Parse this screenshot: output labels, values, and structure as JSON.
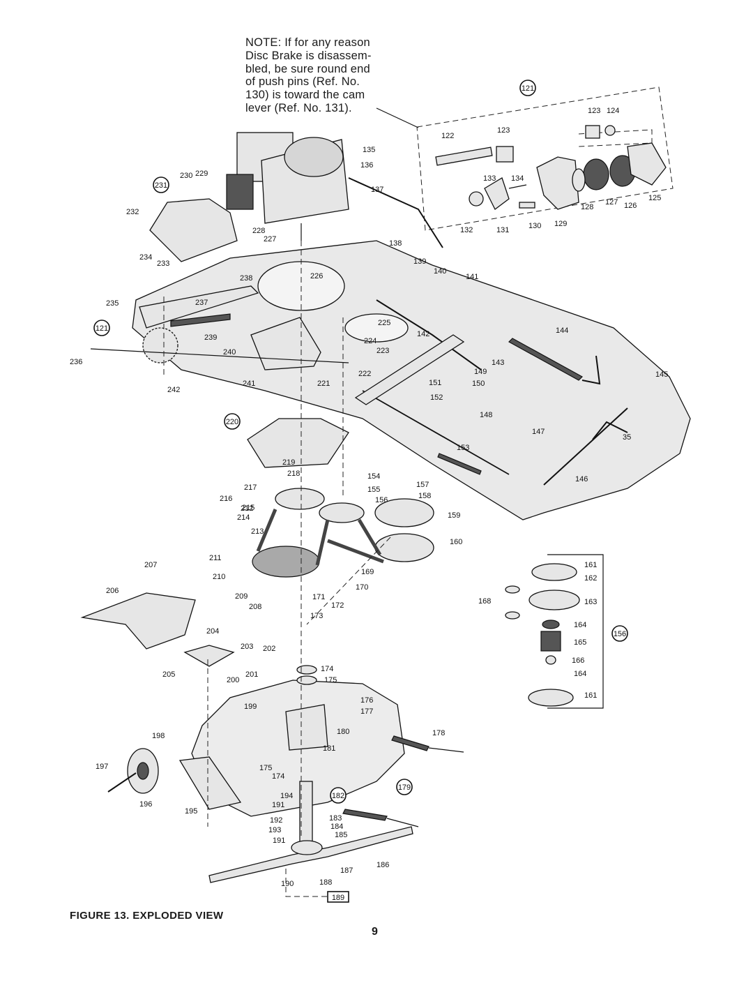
{
  "note": {
    "lines": [
      "NOTE: If for any reason",
      "Disc Brake is disassem-",
      "bled, be sure round end",
      "of push pins (Ref. No.",
      "130) is toward the cam",
      "lever (Ref. No. 131)."
    ]
  },
  "caption": "FIGURE 13. EXPLODED VIEW",
  "page_number": "9",
  "callouts": {
    "c121a": "121",
    "c121b": "121",
    "c231": "231",
    "c220": "220",
    "c156": "156",
    "c182": "182",
    "c179": "179",
    "c189": "189"
  },
  "labels": {
    "l122": "122",
    "l123a": "123",
    "l123b": "123",
    "l124": "124",
    "l125": "125",
    "l126": "126",
    "l127": "127",
    "l128": "128",
    "l129": "129",
    "l130": "130",
    "l131": "131",
    "l132": "132",
    "l133": "133",
    "l134": "134",
    "l135": "135",
    "l136": "136",
    "l137": "137",
    "l138": "138",
    "l139": "139",
    "l140": "140",
    "l141": "141",
    "l142": "142",
    "l143": "143",
    "l144": "144",
    "l145": "145",
    "l146": "146",
    "l147": "147",
    "l148": "148",
    "l149": "149",
    "l150": "150",
    "l151": "151",
    "l152": "152",
    "l153": "153",
    "l154": "154",
    "l155": "155",
    "l156": "156",
    "l157": "157",
    "l158": "158",
    "l159": "159",
    "l160": "160",
    "l161a": "161",
    "l161b": "161",
    "l162": "162",
    "l163": "163",
    "l164a": "164",
    "l164b": "164",
    "l165": "165",
    "l166": "166",
    "l168": "168",
    "l169": "169",
    "l170": "170",
    "l171": "171",
    "l172": "172",
    "l173": "173",
    "l174a": "174",
    "l174b": "174",
    "l175a": "175",
    "l175b": "175",
    "l176": "176",
    "l177": "177",
    "l178": "178",
    "l180": "180",
    "l181": "181",
    "l183": "183",
    "l184": "184",
    "l185": "185",
    "l186": "186",
    "l187": "187",
    "l188": "188",
    "l190": "190",
    "l191a": "191",
    "l191b": "191",
    "l192": "192",
    "l193": "193",
    "l194": "194",
    "l195": "195",
    "l196": "196",
    "l197": "197",
    "l198": "198",
    "l199": "199",
    "l200": "200",
    "l201": "201",
    "l202": "202",
    "l203": "203",
    "l204": "204",
    "l205": "205",
    "l206": "206",
    "l207": "207",
    "l208": "208",
    "l209": "209",
    "l210": "210",
    "l211": "211",
    "l212": "212",
    "l213": "213",
    "l214": "214",
    "l215": "215",
    "l216": "216",
    "l217": "217",
    "l218": "218",
    "l219": "219",
    "l221": "221",
    "l222": "222",
    "l223": "223",
    "l224": "224",
    "l225": "225",
    "l226": "226",
    "l227": "227",
    "l228": "228",
    "l229": "229",
    "l230": "230",
    "l232": "232",
    "l233": "233",
    "l234": "234",
    "l235": "235",
    "l236": "236",
    "l237": "237",
    "l238": "238",
    "l239": "239",
    "l240": "240",
    "l241": "241",
    "l242": "242",
    "l35": "35"
  }
}
